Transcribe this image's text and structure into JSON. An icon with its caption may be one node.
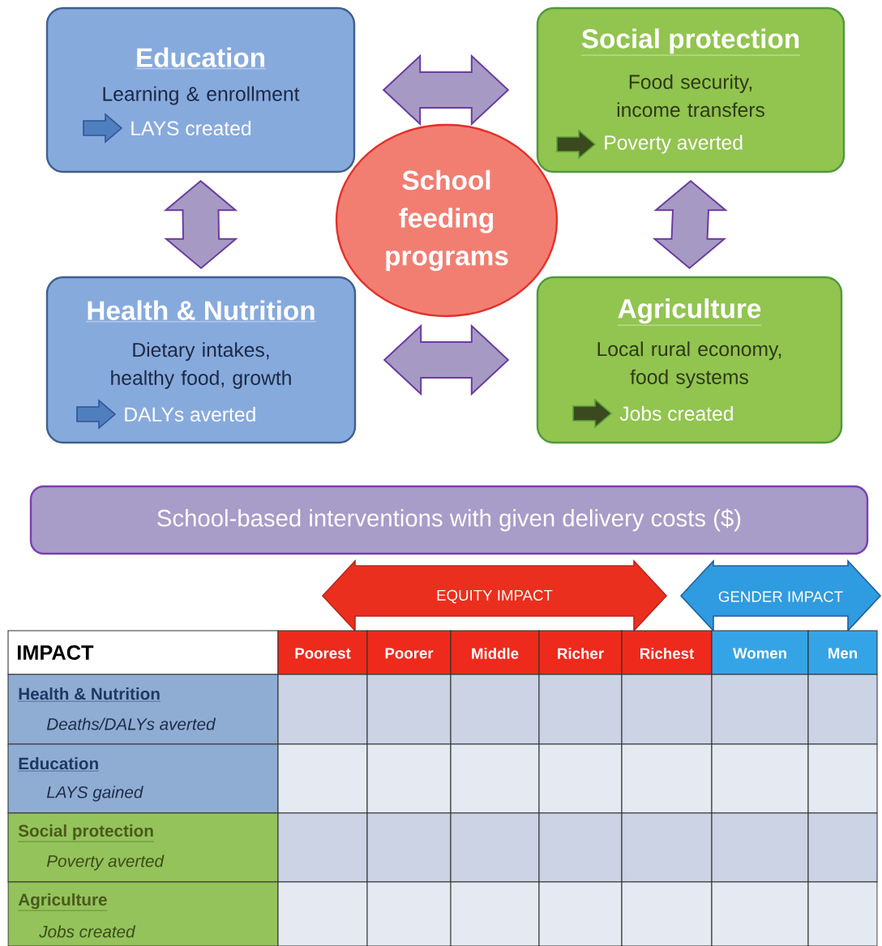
{
  "diagram": {
    "nodes": [
      {
        "text": [
          "Education",
          "Learning & enrollment",
          "LAYS created"
        ]
      },
      {
        "text": [
          "Social protection",
          "Food security, income transfers",
          "Poverty averted"
        ]
      },
      {
        "text": [
          "School feeding programs"
        ]
      },
      {
        "text": [
          "Health & Nutrition",
          "Dietary intakes, healthy food, growth",
          "DALYs averted"
        ]
      },
      {
        "text": [
          "Agriculture",
          "Local rural economy, food systems",
          "Jobs created"
        ]
      },
      {
        "text": [
          "School-based interventions with given delivery costs ($)"
        ]
      }
    ],
    "edges": [
      {
        "from": 0,
        "to": 1,
        "arrow": "both"
      },
      {
        "from": 0,
        "to": 3,
        "arrow": "both"
      },
      {
        "from": 1,
        "to": 4,
        "arrow": "both"
      },
      {
        "from": 3,
        "to": 4,
        "arrow": "both"
      }
    ],
    "labels": [
      "EQUITY IMPACT",
      "GENDER IMPACT",
      "IMPACT",
      "Poorest",
      "Poorer",
      "Middle",
      "Richer",
      "Richest",
      "Women",
      "Men",
      "Health & Nutrition",
      "Deaths/DALYs averted",
      "Education",
      "LAYS gained",
      "Social protection",
      "Poverty averted",
      "Agriculture",
      "Jobs created"
    ]
  }
}
